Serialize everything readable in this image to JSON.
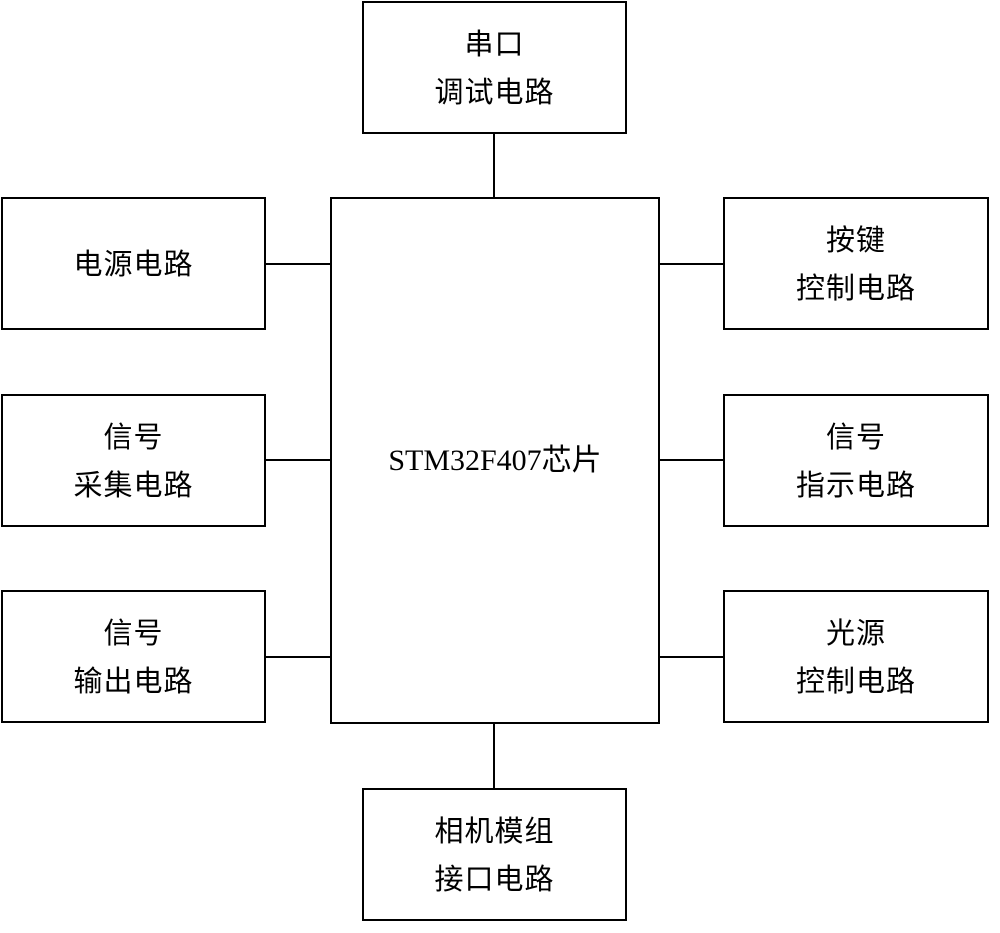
{
  "diagram": {
    "center": {
      "label": "STM32F407芯片"
    },
    "top": {
      "lines": [
        "串口",
        "调试电路"
      ]
    },
    "bottom": {
      "lines": [
        "相机模组",
        "接口电路"
      ]
    },
    "left": [
      {
        "lines": [
          "电源电路"
        ]
      },
      {
        "lines": [
          "信号",
          "采集电路"
        ]
      },
      {
        "lines": [
          "信号",
          "输出电路"
        ]
      }
    ],
    "right": [
      {
        "lines": [
          "按键",
          "控制电路"
        ]
      },
      {
        "lines": [
          "信号",
          "指示电路"
        ]
      },
      {
        "lines": [
          "光源",
          "控制电路"
        ]
      }
    ],
    "line_color": "#000000"
  }
}
